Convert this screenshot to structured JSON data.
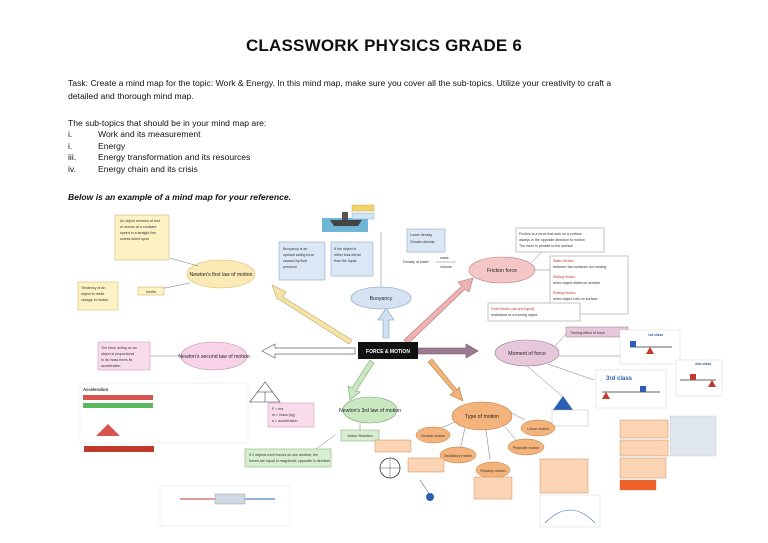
{
  "document": {
    "title": "CLASSWORK PHYSICS GRADE 6",
    "task_line1": "Task: Create a mind map for the topic: Work & Energy. In this mind map, make sure you cover all the sub-topics. Utilize your creativity to craft a",
    "task_line2": "detailed and thorough mind map.",
    "subtopics_intro": "The sub-topics that should be in your mind map are:",
    "subtopics": [
      {
        "num": "i.",
        "text": "Work and its measurement"
      },
      {
        "num": "i.",
        "text": "Energy"
      },
      {
        "num": "iii.",
        "text": "Energy transformation and its resources"
      },
      {
        "num": "iv.",
        "text": "Energy chain and its crisis"
      }
    ],
    "reference_note": "Below is an example of a mind map for your reference."
  },
  "mindmap": {
    "center": "FORCE & MOTION",
    "nodes": {
      "first_law": "Newton's first law of motion",
      "second_law": "Newton's second law of motion",
      "third_law": "Newton's 3rd law of motion",
      "buoyancy": "Buoyancy",
      "friction": "Friction force",
      "moment": "Moment of force",
      "types": "Type of motion",
      "inertia": "Inertia",
      "action_reaction": "Action-Reaction",
      "circular": "Circular motion",
      "oscillatory": "Oscillatory motion",
      "rotatory": "Rotatory motion",
      "linear": "Linear motion",
      "projectile": "Projectile motion",
      "density_water": "Density of water",
      "volume": "volume",
      "mass": "mass",
      "third_class": "3rd class",
      "first_class": "1st class",
      "second_class": "2nd class",
      "acceleration_title": "Acceleration",
      "fma": "F = ma"
    }
  }
}
